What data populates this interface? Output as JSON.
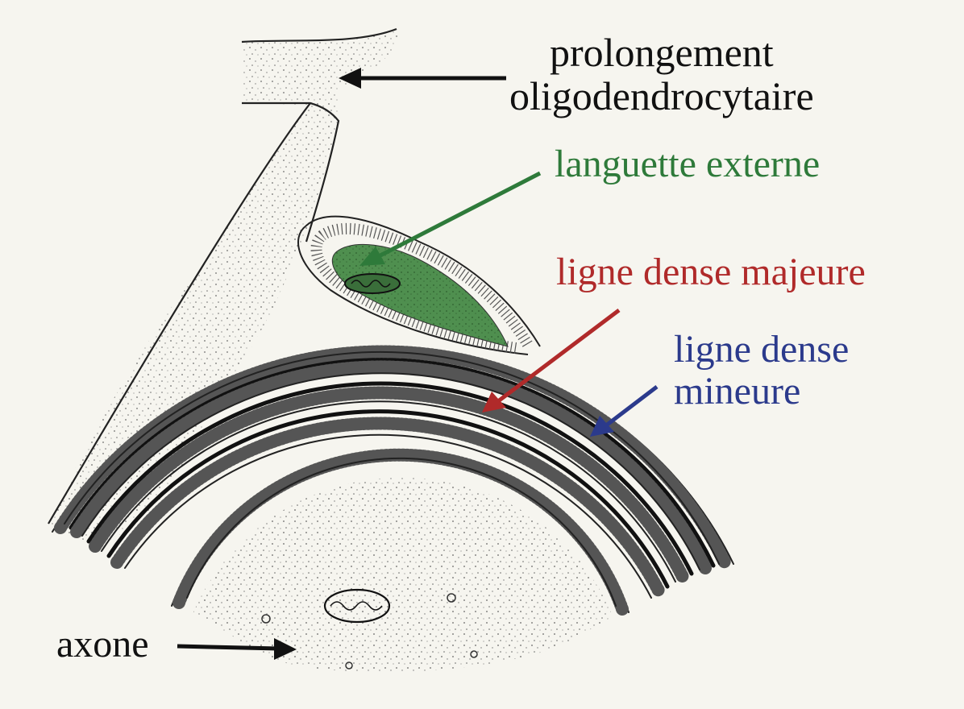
{
  "labels": {
    "process": {
      "line1": "prolongement",
      "line2": "oligodendrocytaire"
    },
    "outer_tongue": "languette externe",
    "major_dense_line": "ligne dense majeure",
    "minor_dense_line": {
      "line1": "ligne dense",
      "line2": "mineure"
    },
    "axon": "axone"
  },
  "colors": {
    "background": "#f6f5ef",
    "ink": "#111111",
    "outer_tongue": "#2e7a3a",
    "major_dense_line": "#b02a2a",
    "minor_dense_line": "#2b3a8c",
    "cytoplasm_fill": "#4f8f4f"
  }
}
